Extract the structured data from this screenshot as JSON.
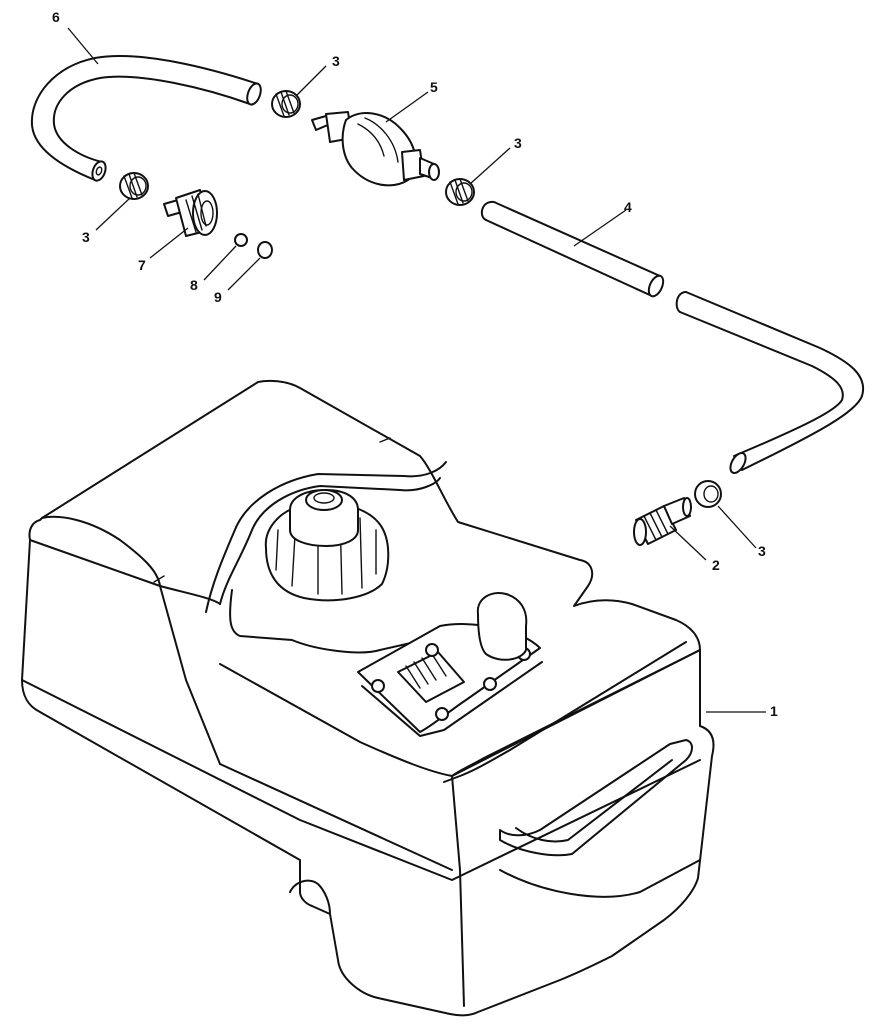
{
  "callouts": [
    {
      "id": "c1",
      "label": "1"
    },
    {
      "id": "c2",
      "label": "2"
    },
    {
      "id": "c3a",
      "label": "3"
    },
    {
      "id": "c3b",
      "label": "3"
    },
    {
      "id": "c3c",
      "label": "3"
    },
    {
      "id": "c3d",
      "label": "3"
    },
    {
      "id": "c4",
      "label": "4"
    },
    {
      "id": "c5",
      "label": "5"
    },
    {
      "id": "c6",
      "label": "6"
    },
    {
      "id": "c7",
      "label": "7"
    },
    {
      "id": "c8",
      "label": "8"
    },
    {
      "id": "c9",
      "label": "9"
    }
  ],
  "colors": {
    "line": "#111111",
    "background": "#ffffff"
  }
}
